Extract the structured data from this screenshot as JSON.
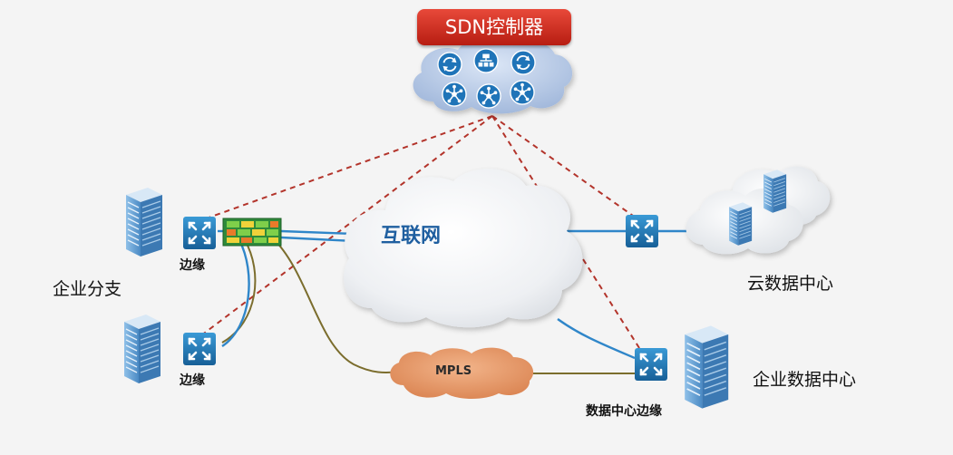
{
  "controller": {
    "label": "SDN控制器"
  },
  "internet": {
    "label": "互联网"
  },
  "mpls": {
    "label": "MPLS"
  },
  "branch": {
    "label": "企业分支",
    "edge_label_top": "边缘",
    "edge_label_bottom": "边缘"
  },
  "cloud_dc": {
    "label": "云数据中心"
  },
  "enterprise_dc": {
    "label": "企业数据中心",
    "edge_label": "数据中心边缘"
  },
  "colors": {
    "controller_red": "#c9281c",
    "controller_cloud": "#b5c8e6",
    "router_blue": "#1f7fc0",
    "link_blue": "#2f86c9",
    "dashed_red": "#b3342b",
    "mpls_cloud": "#e59a66",
    "mpls_line": "#7b6d2d",
    "server_blue": "#5f9fd4"
  }
}
